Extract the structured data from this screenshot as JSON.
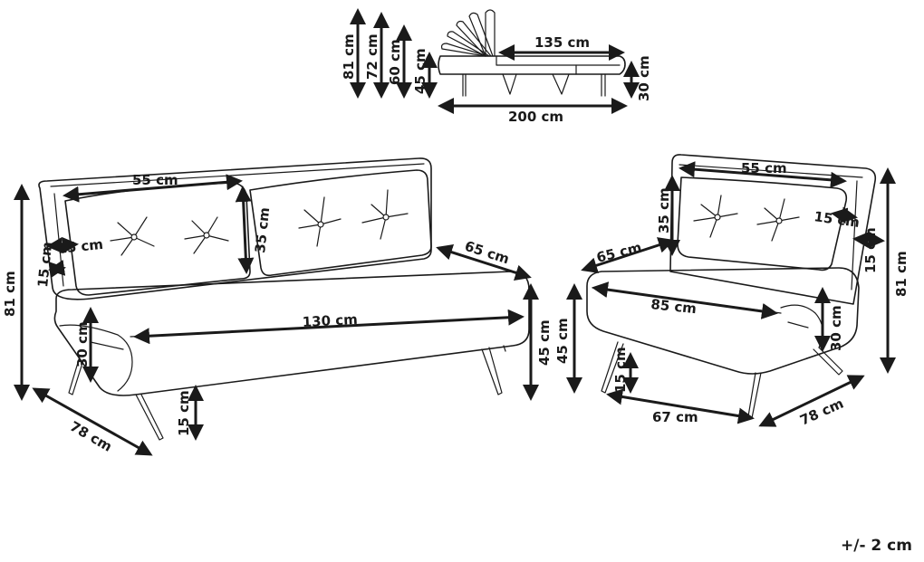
{
  "tolerance": "+/- 2 cm",
  "top_view": {
    "h81": "81 cm",
    "h72": "72 cm",
    "h60": "60 cm",
    "h45": "45 cm",
    "len135": "135 cm",
    "h30": "30 cm",
    "len200": "200 cm"
  },
  "sofa": {
    "cushion_w": "55 cm",
    "cushion_h": "35 cm",
    "arm_offset_a": "15 cm",
    "arm_offset_b": "15 cm",
    "seat_depth": "65 cm",
    "height": "81 cm",
    "arm_height": "30 cm",
    "seat_width": "130 cm",
    "seat_height": "45 cm",
    "leg_height": "15 cm",
    "depth": "78 cm"
  },
  "chair": {
    "cushion_w": "55 cm",
    "cushion_h": "35 cm",
    "arm_offset_a": "15 cm",
    "arm_offset_b": "15 cm",
    "seat_depth": "65 cm",
    "width": "85 cm",
    "height": "81 cm",
    "arm_height": "30 cm",
    "seat_height": "45 cm",
    "leg_height": "15 cm",
    "inner_width": "67 cm",
    "depth": "78 cm"
  }
}
